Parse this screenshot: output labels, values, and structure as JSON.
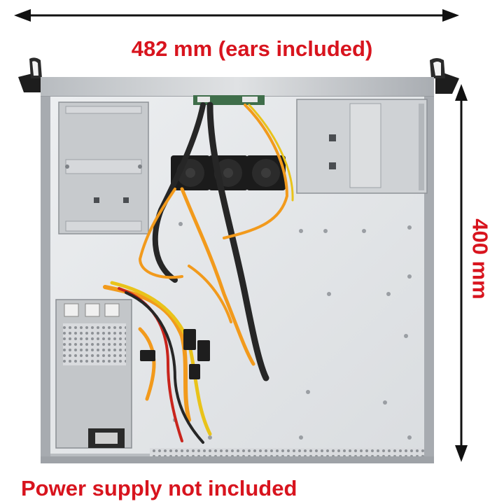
{
  "dimensions": {
    "width_label": "482 mm (ears included)",
    "height_label": "400 mm"
  },
  "notice": {
    "text": "Power supply not included"
  },
  "colors": {
    "label_red": "#d8141e",
    "arrow_black": "#111111",
    "chassis_silver": "#c9ccd0",
    "floor_silver": "#e4e6e8",
    "fan_black": "#1b1b1b",
    "cable_orange": "#f29a1c",
    "cable_yellow": "#e9c31a",
    "cable_red": "#c8241c",
    "sleeve_black": "#262626"
  },
  "icons": [
    "double-arrow-horizontal",
    "double-arrow-vertical"
  ]
}
